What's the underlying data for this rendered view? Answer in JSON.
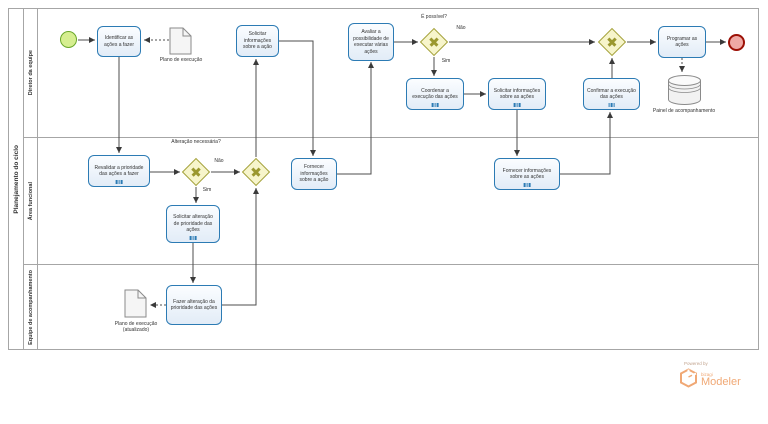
{
  "pool": {
    "title": "Planejamento do ciclo",
    "lanes": [
      "Diretor da equipe",
      "Área funcional",
      "Equipe de acompanhamento"
    ]
  },
  "tasks": {
    "identificar": "Identificar as ações a fazer",
    "solicitar_info_acao": "Solicitar informações sobre a ação",
    "avaliar": "Avaliar a possibilidade de executar várias ações",
    "coordenar": "Coordenar a execução das ações",
    "solicitar_info_acoes": "Solicitar informações sobre as ações",
    "confirmar": "Confirmar a execução das ações",
    "programar": "Programar as ações",
    "revalidar": "Revalidar a prioridade das ações a fazer",
    "solicitar_alteracao": "Solicitar alteração de prioridade das ações",
    "fornecer_info_acao": "Fornecer informações sobre a ação",
    "fornecer_info_acoes": "Fornecer informações sobre as ações",
    "fazer_alteracao": "Fazer alteração da prioridade das ações"
  },
  "gateways": {
    "alteracao": {
      "question": "Alteração necessária?",
      "no": "Não",
      "yes": "Sim"
    },
    "possivel": {
      "question": "É possível?",
      "no": "Não",
      "yes": "Sim"
    }
  },
  "artifacts": {
    "plano": "Plano de execução",
    "plano_atualizado_l1": "Plano de execução",
    "plano_atualizado_l2": "(atualizado)",
    "painel": "Painel de acompanhamento"
  },
  "logo": {
    "powered_by": "Powered by",
    "brand": "bizagi",
    "product": "Modeler"
  },
  "colors": {
    "task_border": "#2c7bb4",
    "task_fill": "#e2ecf7",
    "gateway_fill": "#f7f5cb",
    "gateway_border": "#a3a13b",
    "start_fill": "#d6ee90",
    "start_border": "#6aa82a",
    "end_fill": "#efa9a5",
    "end_border": "#9c1006",
    "connector": "#4d4d4d",
    "logo_orange": "#f0a875"
  }
}
